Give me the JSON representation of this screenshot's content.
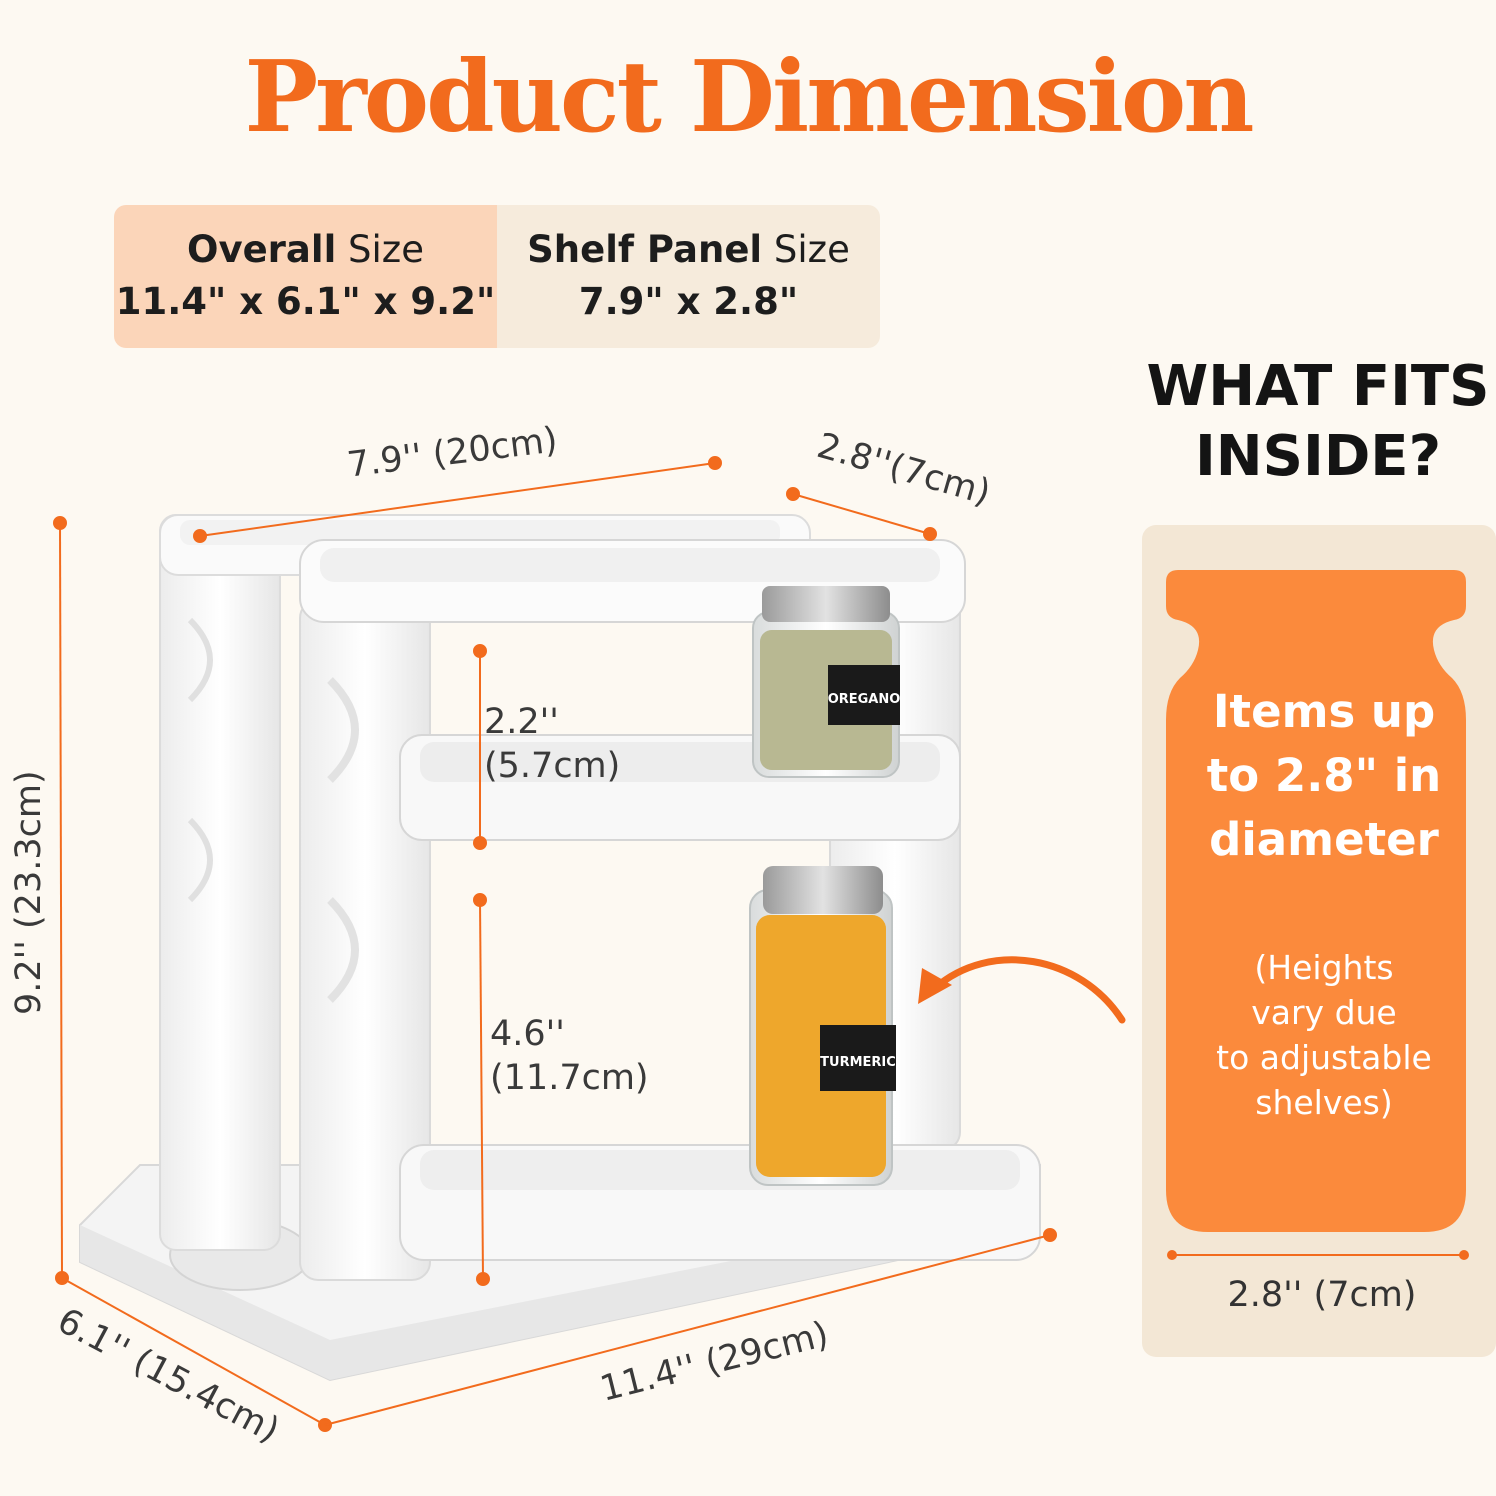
{
  "title": "Product Dimension",
  "sizes": {
    "overall": {
      "label_bold": "Overall",
      "label_rest": " Size",
      "value": "11.4\" x 6.1\" x 9.2\""
    },
    "shelf_panel": {
      "label_bold": "Shelf Panel",
      "label_rest": " Size",
      "value": "7.9\" x 2.8\""
    }
  },
  "dimensions": {
    "top_width": "7.9'' (20cm)",
    "top_depth": "2.8''(7cm)",
    "height": "9.2'' (23.3cm)",
    "upper_gap_in": "2.2''",
    "upper_gap_cm": "(5.7cm)",
    "lower_gap_in": "4.6''",
    "lower_gap_cm": "(11.7cm)",
    "base_depth": "6.1'' (15.4cm)",
    "base_width": "11.4'' (29cm)"
  },
  "jars": {
    "upper_label": "OREGANO",
    "lower_label": "TURMERIC"
  },
  "fits": {
    "title_line1": "WHAT FITS",
    "title_line2": "INSIDE?",
    "headline_line1": "Items up",
    "headline_line2": "to 2.8\" in",
    "headline_line3": "diameter",
    "note_line1": "(Heights",
    "note_line2": "vary due",
    "note_line3": "to adjustable",
    "note_line4": "shelves)",
    "diameter_label": "2.8'' (7cm)"
  },
  "colors": {
    "accent": "#f26b1d",
    "jar_orange": "#fb8a3c",
    "overall_bg": "#fbd5b9",
    "panel_bg": "#f6ebdc",
    "fits_bg": "#f3e7d5",
    "page_bg": "#fdf9f2"
  }
}
